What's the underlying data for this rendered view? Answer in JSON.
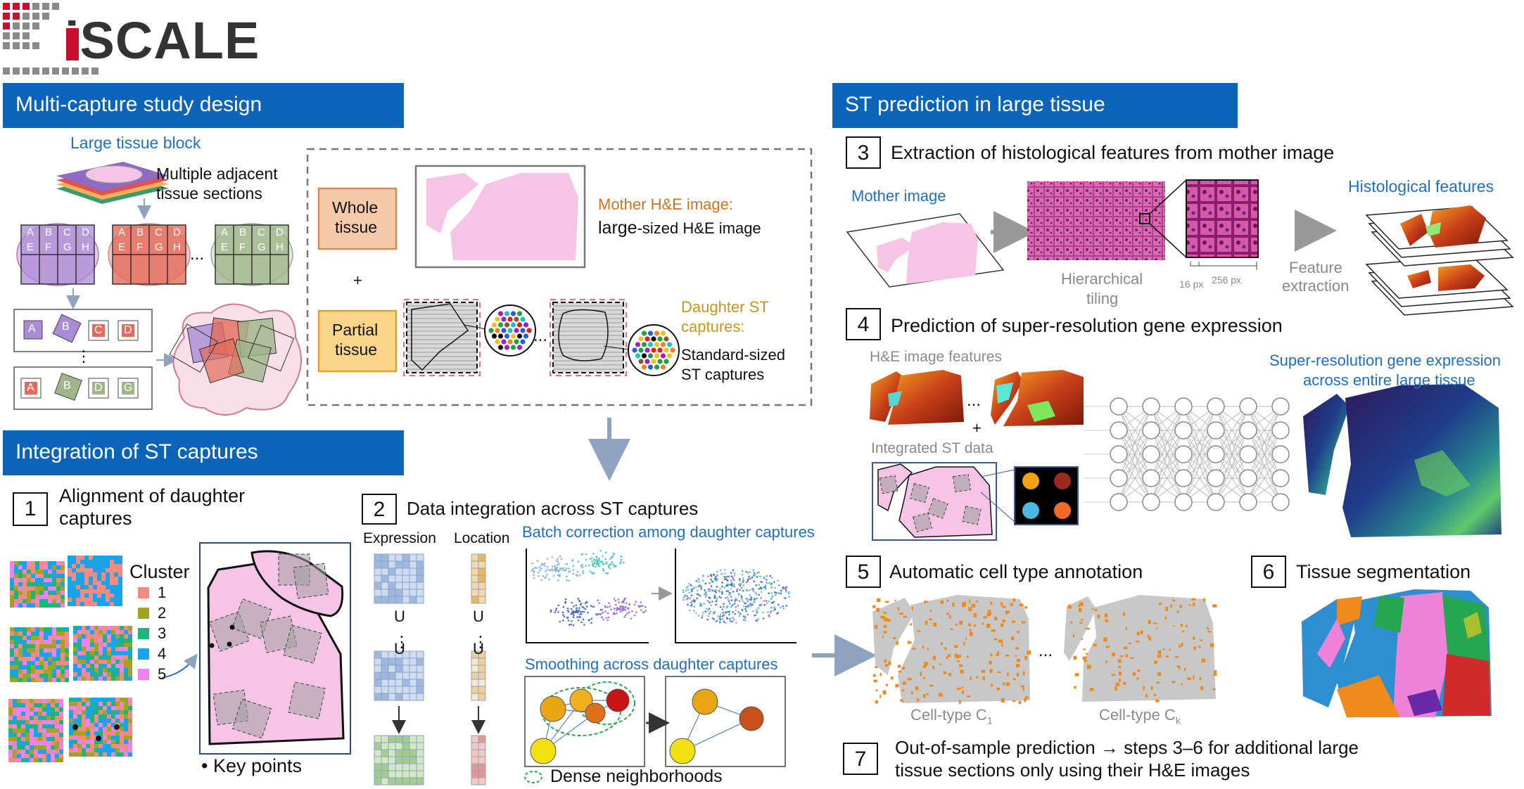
{
  "logo": {
    "text": "iSCALE"
  },
  "sections": {
    "design": "Multi-capture study design",
    "integration": "Integration of ST captures",
    "prediction": "ST prediction in large tissue"
  },
  "design": {
    "large_tissue_block": "Large tissue block",
    "adjacent_sections": [
      "Multiple adjacent",
      "tissue sections"
    ],
    "grid_letters": [
      "A",
      "B",
      "C",
      "D",
      "E",
      "F",
      "G",
      "H"
    ],
    "ellipsis": "...",
    "whole_tissue": [
      "Whole",
      "tissue"
    ],
    "plus": "+",
    "partial_tissue": [
      "Partial",
      "tissue"
    ],
    "mother_title": "Mother H&E image:",
    "mother_desc_large": "large",
    "mother_desc_rest": "-sized H&E image",
    "daughter_title": [
      "Daughter ST",
      "captures:"
    ],
    "daughter_desc": [
      "Standard-sized",
      "ST captures"
    ]
  },
  "integration": {
    "step1_num": "1",
    "step1": [
      "Alignment of daughter",
      "captures"
    ],
    "cluster_title": "Cluster",
    "clusters": [
      {
        "label": "1",
        "color": "#f28b82"
      },
      {
        "label": "2",
        "color": "#a3a322"
      },
      {
        "label": "3",
        "color": "#1fb47a"
      },
      {
        "label": "4",
        "color": "#1aa3e8"
      },
      {
        "label": "5",
        "color": "#ee82ee"
      }
    ],
    "key_points": "• Key points",
    "step2_num": "2",
    "step2": "Data integration across ST captures",
    "expression": "Expression",
    "location": "Location",
    "union_symbol": "U",
    "vdots": "⋮",
    "batch_correction": "Batch correction among daughter captures",
    "smoothing": "Smoothing across daughter captures",
    "dense_neighborhoods": "Dense neighborhoods"
  },
  "prediction": {
    "step3_num": "3",
    "step3": "Extraction of histological features from mother image",
    "mother_image": "Mother image",
    "hier_tiling": [
      "Hierarchical",
      "tiling"
    ],
    "tile_16": "16 px",
    "tile_256": "256 px",
    "feature_extraction": [
      "Feature",
      "extraction"
    ],
    "histological_features": "Histological features",
    "step4_num": "4",
    "step4": "Prediction of super-resolution gene expression",
    "he_features": "H&E image features",
    "integrated_st": "Integrated ST data",
    "super_res": [
      "Super-resolution gene expression",
      "across entire large tissue"
    ],
    "step5_num": "5",
    "step5": "Automatic cell type annotation",
    "celltype_c1": "Cell-type C",
    "celltype_c1_sub": "1",
    "celltype_ck": "Cell-type C",
    "celltype_ck_sub": "k",
    "step6_num": "6",
    "step6": "Tissue segmentation",
    "step7_num": "7",
    "step7": [
      "Out-of-sample prediction → steps 3–6 for additional large",
      "tissue sections only using their H&E images"
    ]
  },
  "colors": {
    "header": "#0b64b7",
    "pink": "#f6c4e4",
    "blue_text": "#1f6fc2"
  }
}
